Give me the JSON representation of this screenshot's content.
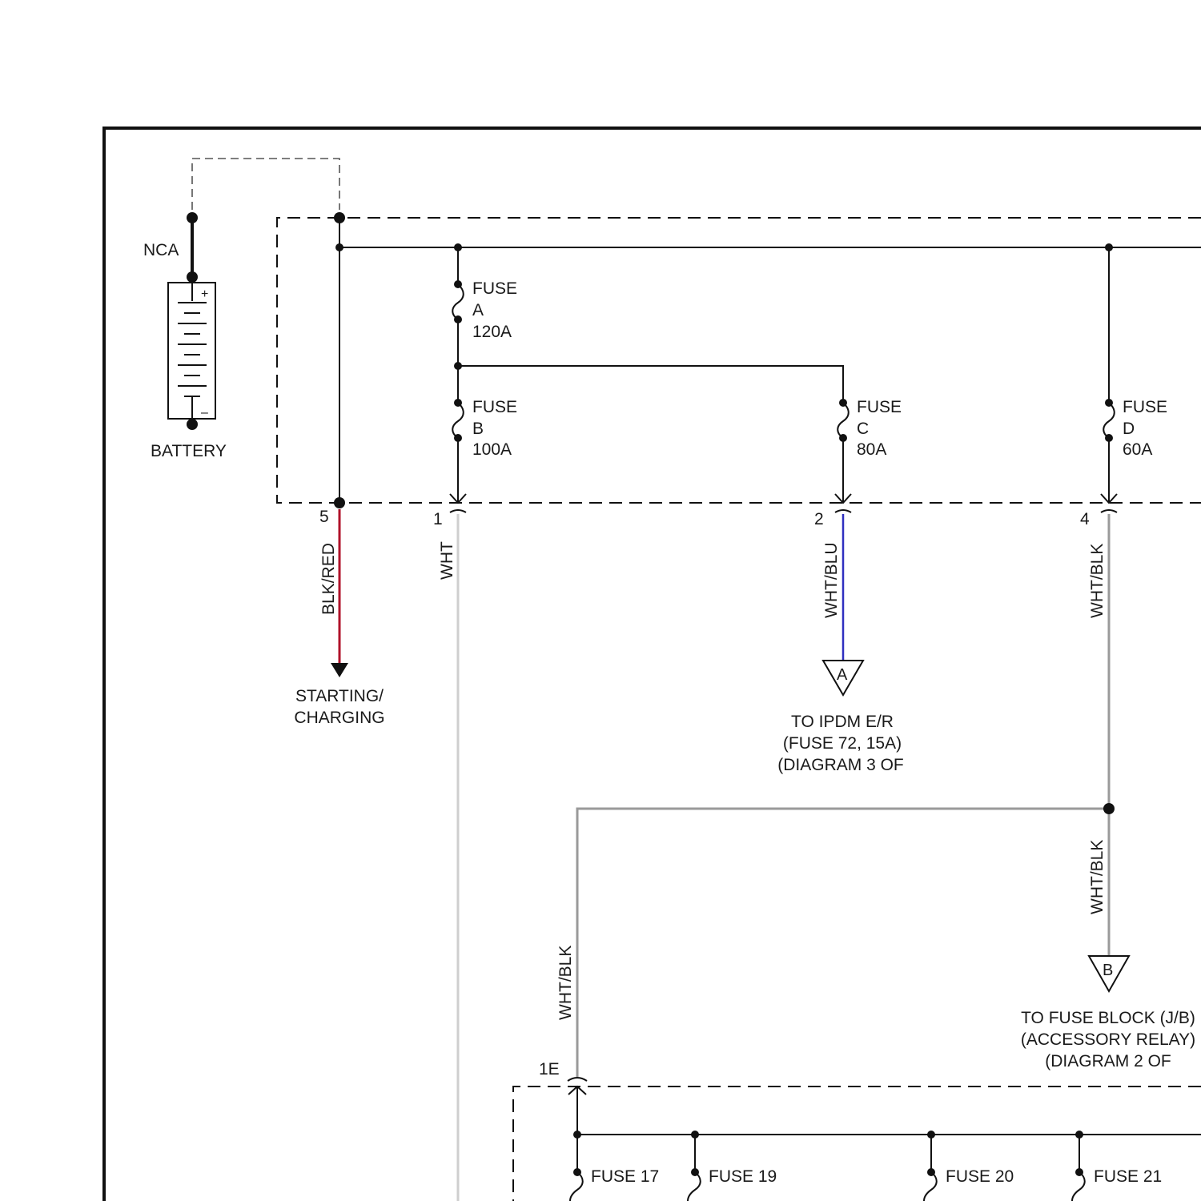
{
  "battery": {
    "top_label": "NCA",
    "name": "BATTERY",
    "plus": "+",
    "minus": "–"
  },
  "fuses": {
    "a": {
      "line1": "FUSE",
      "line2": "A",
      "rating": "120A"
    },
    "b": {
      "line1": "FUSE",
      "line2": "B",
      "rating": "100A"
    },
    "c": {
      "line1": "FUSE",
      "line2": "C",
      "rating": "80A"
    },
    "d": {
      "line1": "FUSE",
      "line2": "D",
      "rating": "60A"
    }
  },
  "pins": {
    "p5": "5",
    "p1": "1",
    "p2": "2",
    "p4": "4",
    "p1e": "1E"
  },
  "wires": {
    "blk_red": {
      "label": "BLK/RED",
      "color": "#b0122a"
    },
    "wht": {
      "label": "WHT",
      "color": "#cfcfcf"
    },
    "wht_blu": {
      "label": "WHT/BLU",
      "color": "#2f2fc0"
    },
    "wht_blk_upper": {
      "label": "WHT/BLK",
      "color": "#9a9a9a"
    },
    "wht_blk_lower": {
      "label": "WHT/BLK",
      "color": "#9a9a9a"
    },
    "wht_blk_left": {
      "label": "WHT/BLK",
      "color": "#9a9a9a"
    }
  },
  "destinations": {
    "starting": {
      "line1": "STARTING/",
      "line2": "CHARGING"
    },
    "a": {
      "marker": "A",
      "line1": "TO IPDM E/R",
      "line2": "(FUSE 72, 15A)",
      "line3": "(DIAGRAM 3 OF"
    },
    "b": {
      "marker": "B",
      "line1": "TO FUSE BLOCK (J/B)",
      "line2": "(ACCESSORY RELAY)",
      "line3": "(DIAGRAM 2 OF"
    }
  },
  "lower_fuses": [
    "FUSE 17",
    "FUSE 19",
    "FUSE 20",
    "FUSE 21"
  ]
}
